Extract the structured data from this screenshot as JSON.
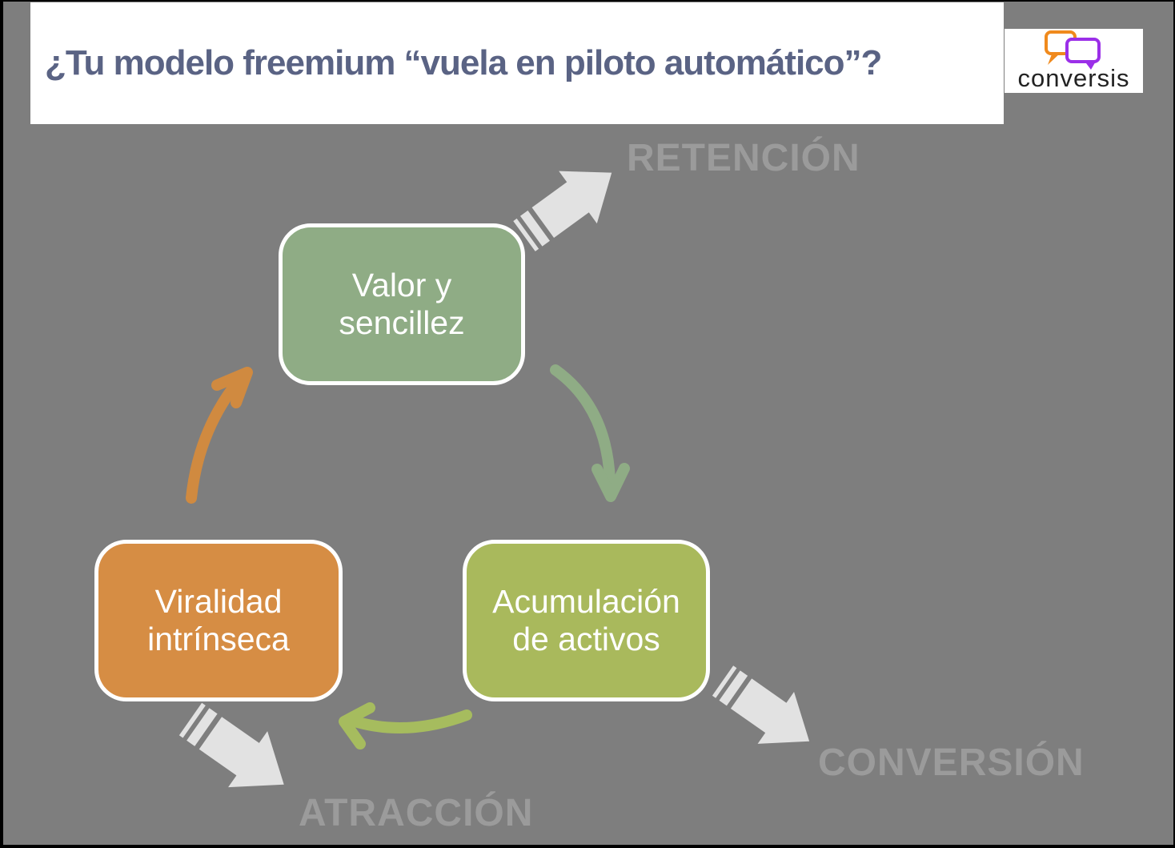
{
  "header": {
    "title": "¿Tu modelo freemium “vuela en piloto automático”?"
  },
  "logo": {
    "text": "conversis",
    "orange_bubble_color": "#F08A1D",
    "purple_bubble_color": "#9B2FE8"
  },
  "nodes": {
    "valor": {
      "line1": "Valor y",
      "line2": "sencillez",
      "color": "#8FAC85"
    },
    "acumulacion": {
      "line1": "Acumulación",
      "line2": "de activos",
      "color": "#A9B95C"
    },
    "viralidad": {
      "line1": "Viralidad",
      "line2": "intrínseca",
      "color": "#D68D44"
    }
  },
  "stage_labels": {
    "retention": "RETENCIÓN",
    "conversion": "CONVERSIÓN",
    "attraction": "ATRACCIÓN"
  },
  "colors": {
    "slide_background": "#7E7E7E",
    "banner_background": "#FFFFFF",
    "title_text": "#5A6384",
    "stage_label_text": "#9B9B9B",
    "block_arrow": "#E2E2E2",
    "green_arrow": "#8FAC85",
    "olive_arrow": "#A6BC5E",
    "orange_arrow": "#D08A40"
  }
}
